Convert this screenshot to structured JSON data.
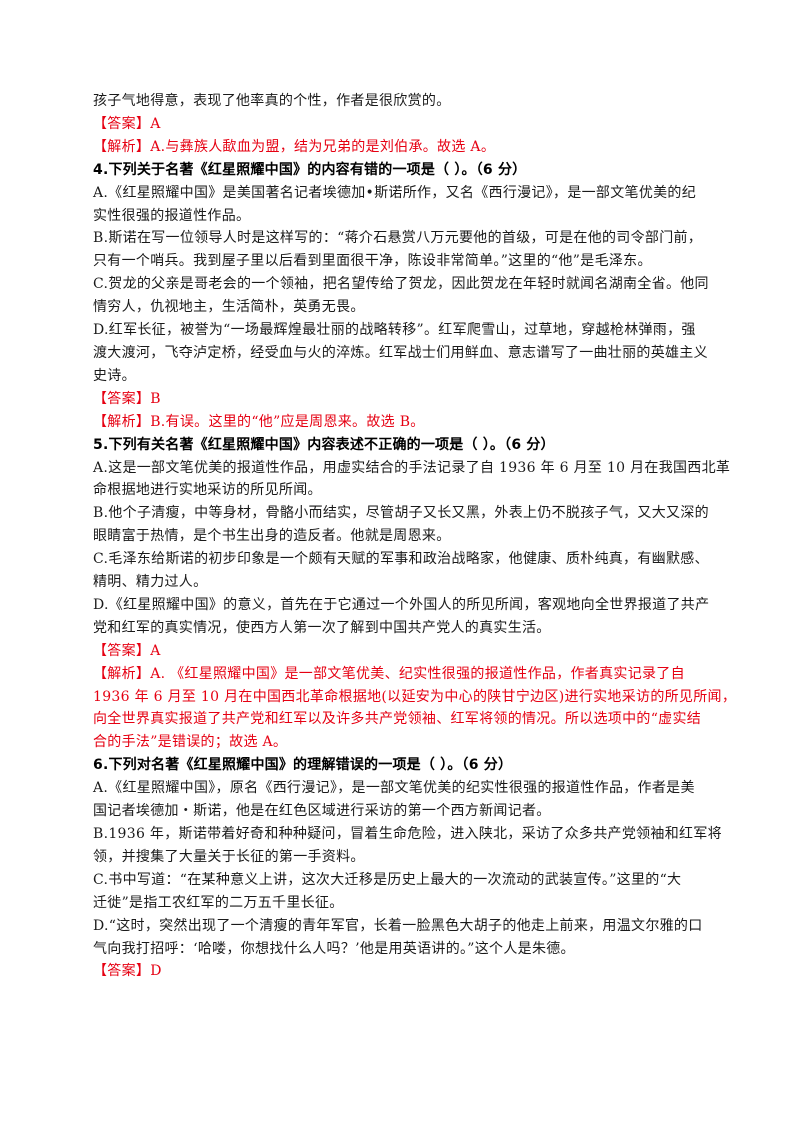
{
  "lines": [
    {
      "text": "孩子气地得意，表现了他率真的个性，作者是很欣赏的。",
      "style": ""
    },
    {
      "text": "【答案】A",
      "style": "red"
    },
    {
      "text": "【解析】A.与彝族人歃血为盟，结为兄弟的是刘伯承。故选 A。",
      "style": "red"
    },
    {
      "text": "4.下列关于名著《红星照耀中国》的内容有错的一项是（          ）。（6 分）",
      "style": "q"
    },
    {
      "text": "A.《红星照耀中国》是美国著名记者埃德加•斯诺所作，又名《西行漫记》，是一部文笔优美的纪",
      "style": ""
    },
    {
      "text": "实性很强的报道性作品。",
      "style": ""
    },
    {
      "text": "B.斯诺在写一位领导人时是这样写的：“蒋介石悬赏八万元要他的首级，可是在他的司令部门前，",
      "style": ""
    },
    {
      "text": "只有一个哨兵。我到屋子里以后看到里面很干净，陈设非常简单。”这里的“他”是毛泽东。",
      "style": ""
    },
    {
      "text": "C.贺龙的父亲是哥老会的一个领袖，把名望传给了贺龙，因此贺龙在年轻时就闻名湖南全省。他同",
      "style": ""
    },
    {
      "text": "情穷人，仇视地主，生活简朴，英勇无畏。",
      "style": ""
    },
    {
      "text": "D.红军长征，被誉为“一场最辉煌最壮丽的战略转移”。红军爬雪山，过草地，穿越枪林弹雨，强",
      "style": ""
    },
    {
      "text": "渡大渡河，飞夺泸定桥，经受血与火的淬炼。红军战士们用鲜血、意志谱写了一曲壮丽的英雄主义",
      "style": ""
    },
    {
      "text": "史诗。",
      "style": ""
    },
    {
      "text": "【答案】B",
      "style": "red"
    },
    {
      "text": "【解析】B.有误。这里的“他”应是周恩来。故选 B。",
      "style": "red"
    },
    {
      "text": "5.下列有关名著《红星照耀中国》内容表述不正确的一项是（          ）。（6 分）",
      "style": "q"
    },
    {
      "text": "A.这是一部文笔优美的报道性作品，用虚实结合的手法记录了自 1936 年 6 月至 10 月在我国西北革",
      "style": ""
    },
    {
      "text": "命根据地进行实地采访的所见所闻。",
      "style": ""
    },
    {
      "text": "B.他个子清瘦，中等身材，骨骼小而结实，尽管胡子又长又黑，外表上仍不脱孩子气，又大又深的",
      "style": ""
    },
    {
      "text": "眼睛富于热情，是个书生出身的造反者。他就是周恩来。",
      "style": ""
    },
    {
      "text": "C.毛泽东给斯诺的初步印象是一个颇有天赋的军事和政治战略家，他健康、质朴纯真，有幽默感、",
      "style": ""
    },
    {
      "text": "精明、精力过人。",
      "style": ""
    },
    {
      "text": "D.《红星照耀中国》的意义，首先在于它通过一个外国人的所见所闻，客观地向全世界报道了共产",
      "style": ""
    },
    {
      "text": "党和红军的真实情况，使西方人第一次了解到中国共产党人的真实生活。",
      "style": ""
    },
    {
      "text": "【答案】A",
      "style": "red"
    },
    {
      "text": "【解析】A. 《红星照耀中国》是一部文笔优美、纪实性很强的报道性作品，作者真实记录了自",
      "style": "red"
    },
    {
      "text": "1936 年 6 月至 10 月在中国西北革命根据地(以延安为中心的陕甘宁边区)进行实地采访的所见所闻，",
      "style": "red"
    },
    {
      "text": "向全世界真实报道了共产党和红军以及许多共产党领袖、红军将领的情况。所以选项中的“虚实结",
      "style": "red"
    },
    {
      "text": "合的手法”是错误的；故选 A。",
      "style": "red"
    },
    {
      "text": "6.下列对名著《红星照耀中国》的理解错误的一项是（          ）。（6 分）",
      "style": "q"
    },
    {
      "text": "A.《红星照耀中国》，原名《西行漫记》，是一部文笔优美的纪实性很强的报道性作品，作者是美",
      "style": ""
    },
    {
      "text": "国记者埃德加・斯诺，他是在红色区域进行采访的第一个西方新闻记者。",
      "style": ""
    },
    {
      "text": "B.1936 年，斯诺带着好奇和种种疑问，冒着生命危险，进入陕北，采访了众多共产党领袖和红军将",
      "style": ""
    },
    {
      "text": "领，并搜集了大量关于长征的第一手资料。",
      "style": ""
    },
    {
      "text": "C.书中写道：“在某种意义上讲，这次大迁移是历史上最大的一次流动的武装宣传。”这里的“大",
      "style": ""
    },
    {
      "text": "迁徙”是指工农红军的二万五千里长征。",
      "style": ""
    },
    {
      "text": "D.“这时，突然出现了一个清瘦的青年军官，长着一脸黑色大胡子的他走上前来，用温文尔雅的口",
      "style": ""
    },
    {
      "text": "气向我打招呼：‘哈喽，你想找什么人吗？’他是用英语讲的。”这个人是朱德。",
      "style": ""
    },
    {
      "text": "【答案】D",
      "style": "red"
    }
  ]
}
